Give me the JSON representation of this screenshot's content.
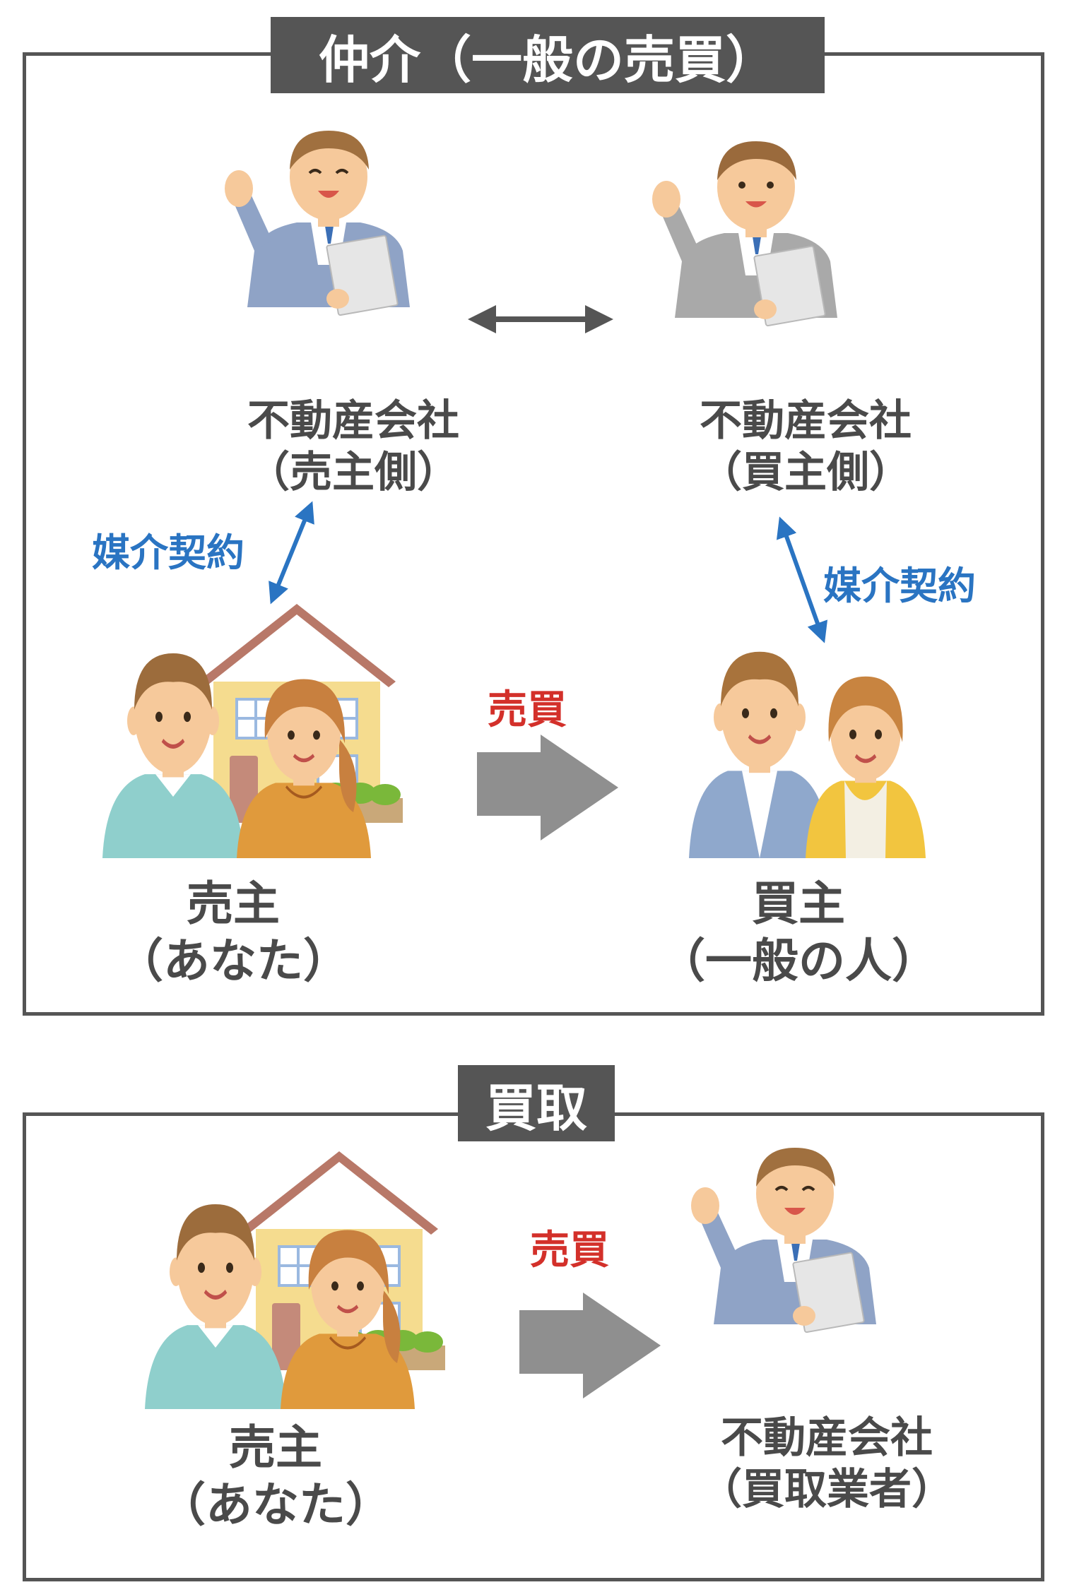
{
  "brokerage": {
    "title": "仲介（一般の売買）",
    "seller_agent": {
      "name": "不動産会社",
      "role": "（売主側）"
    },
    "buyer_agent": {
      "name": "不動産会社",
      "role": "（買主側）"
    },
    "contract_label_left": "媒介契約",
    "contract_label_right": "媒介契約",
    "sale_label": "売買",
    "seller": {
      "name": "売主",
      "role": "（あなた）"
    },
    "buyer": {
      "name": "買主",
      "role": "（一般の人）"
    }
  },
  "purchase": {
    "title": "買取",
    "sale_label": "売買",
    "seller": {
      "name": "売主",
      "role": "（あなた）"
    },
    "buyer_agent": {
      "name": "不動産会社",
      "role": "（買取業者）"
    }
  },
  "colors": {
    "frame": "#555555",
    "contract_blue": "#2a74c2",
    "sale_red": "#d3302a",
    "arrow_gray": "#8f8f8f",
    "text": "#4a4a4a"
  }
}
